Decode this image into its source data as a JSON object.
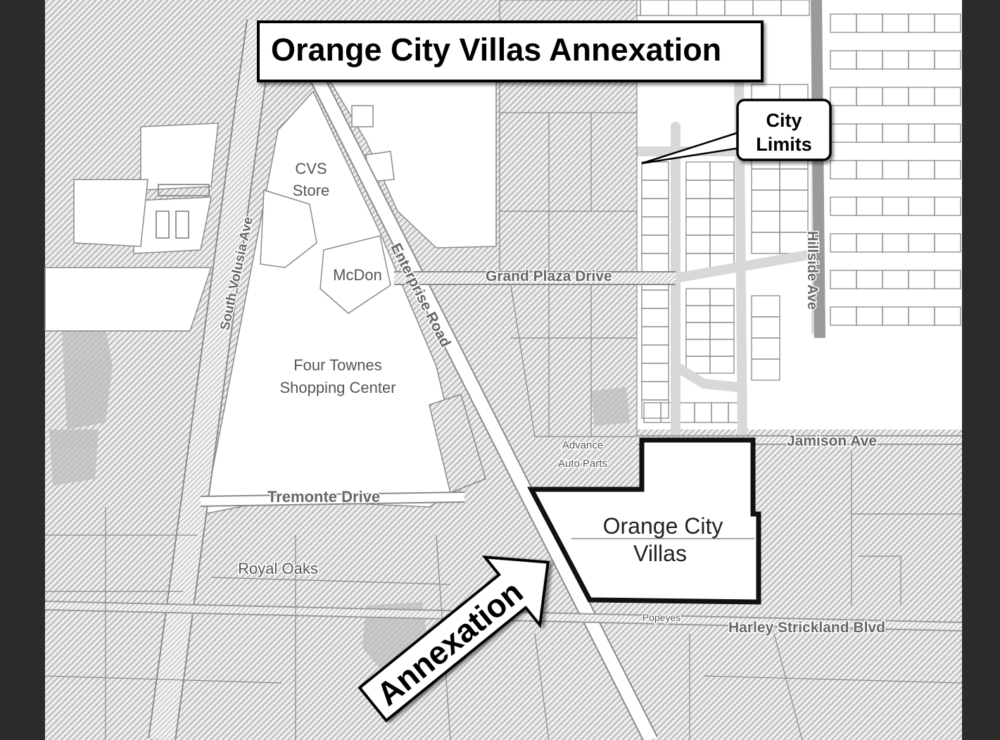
{
  "map": {
    "title": "Orange City Villas Annexation",
    "callout_city_limits": {
      "line1": "City",
      "line2": "Limits"
    },
    "arrow_label": "Annexation",
    "annexation_area": {
      "line1": "Orange City",
      "line2": "Villas"
    },
    "streets": {
      "south_volusia": "South Volusia Ave",
      "enterprise": "Enterprise Road",
      "grand_plaza": "Grand Plaza Drive",
      "hillside": "Hillside Ave",
      "jamison": "Jamison Ave",
      "tremonte": "Tremonte Drive",
      "harley": "Harley Strickland Blvd"
    },
    "places": {
      "cvs_line1": "CVS",
      "cvs_line2": "Store",
      "mcdon": "McDon",
      "four_townes_line1": "Four Townes",
      "four_townes_line2": "Shopping Center",
      "advance_line1": "Advance",
      "advance_line2": "Auto Parts",
      "royal_oaks": "Royal Oaks",
      "popeyes": "Popeyes"
    },
    "colors": {
      "hatch": "#9a9a9a",
      "border_dark": "#2b2b2b",
      "outline": "#111111",
      "road": "#ffffff"
    }
  }
}
